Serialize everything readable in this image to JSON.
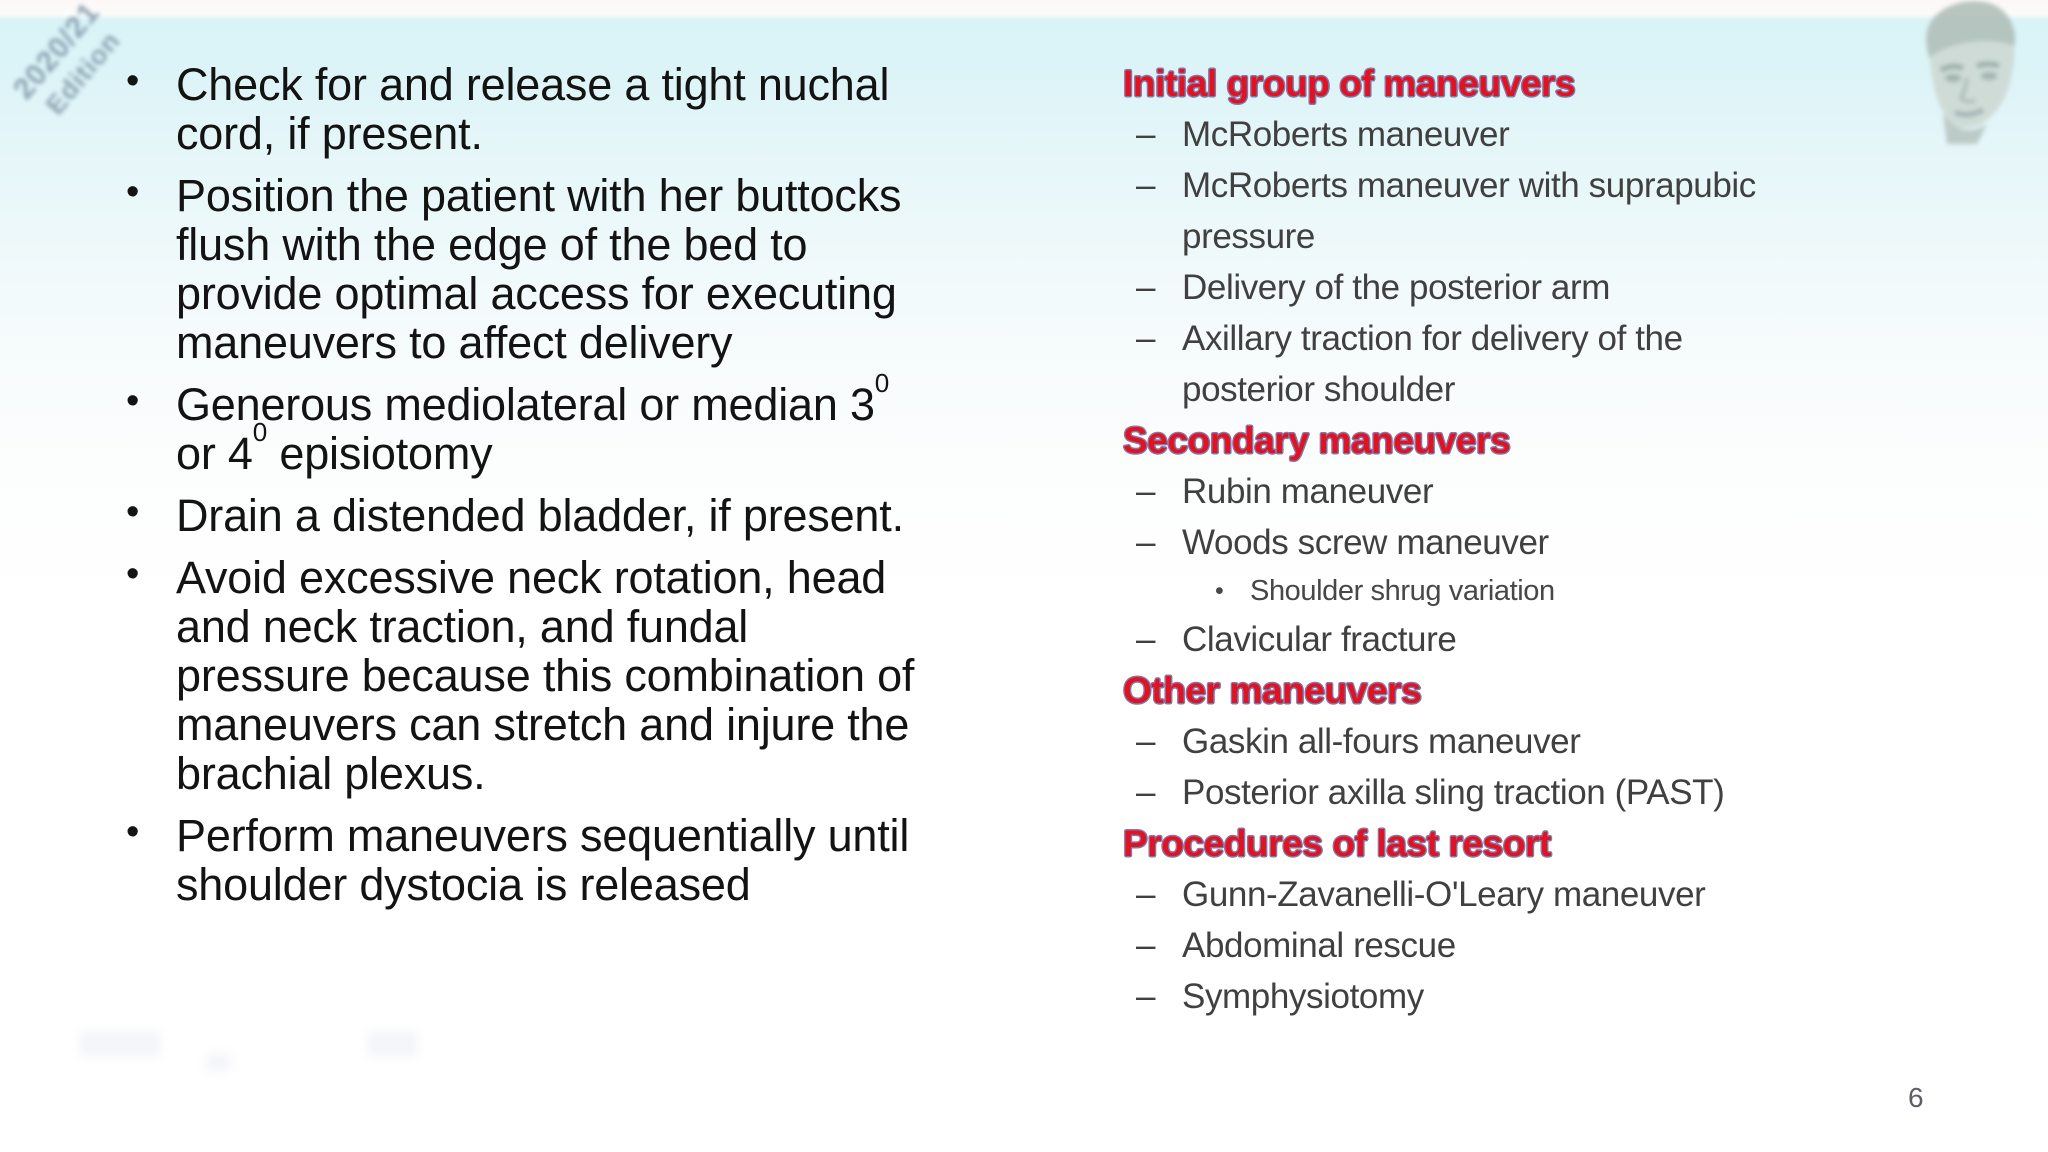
{
  "watermark": {
    "line1": "2020/21",
    "line2": "Edition"
  },
  "page": {
    "number": "6"
  },
  "glyphs": {
    "bullet": "•",
    "dash": "–",
    "sub_bullet": "•"
  },
  "colors": {
    "header_red": "#e11322",
    "header_outline": "#8279ab",
    "body_text": "#131313",
    "right_text": "#404040",
    "background_top": "#d9f3f7"
  },
  "left_column": {
    "bullets": [
      {
        "lines": [
          [
            "Check for and release a tight nuchal"
          ],
          [
            "cord, if present."
          ]
        ]
      },
      {
        "lines": [
          [
            "Position the patient with her buttocks"
          ],
          [
            "flush with the edge of the bed to"
          ],
          [
            "provide optimal access for executing"
          ],
          [
            "maneuvers to affect delivery"
          ]
        ]
      },
      {
        "lines": [
          [
            "Generous mediolateral or median 3",
            {
              "sup": "0"
            }
          ],
          [
            "or 4",
            {
              "sup": "0"
            },
            " episiotomy"
          ]
        ]
      },
      {
        "lines": [
          [
            "Drain a distended bladder, if present."
          ]
        ]
      },
      {
        "lines": [
          [
            "Avoid excessive neck rotation, head"
          ],
          [
            "and neck traction, and fundal"
          ],
          [
            "pressure because this combination of"
          ],
          [
            "maneuvers can stretch and injure the"
          ],
          [
            "brachial plexus."
          ]
        ]
      },
      {
        "lines": [
          [
            "Perform maneuvers sequentially until"
          ],
          [
            "shoulder dystocia is released"
          ]
        ]
      }
    ]
  },
  "right_column": {
    "sections": [
      {
        "title": "Initial group of maneuvers",
        "items": [
          {
            "level": 1,
            "lines": [
              "McRoberts maneuver"
            ]
          },
          {
            "level": 1,
            "lines": [
              "McRoberts maneuver with suprapubic",
              "pressure"
            ]
          },
          {
            "level": 1,
            "lines": [
              "Delivery of the posterior arm"
            ]
          },
          {
            "level": 1,
            "lines": [
              "Axillary traction for delivery of the",
              "posterior shoulder"
            ]
          }
        ]
      },
      {
        "title": "Secondary maneuvers",
        "items": [
          {
            "level": 1,
            "lines": [
              "Rubin maneuver"
            ]
          },
          {
            "level": 1,
            "lines": [
              "Woods screw maneuver"
            ]
          },
          {
            "level": 2,
            "lines": [
              "Shoulder shrug variation"
            ]
          },
          {
            "level": 1,
            "lines": [
              "Clavicular fracture"
            ]
          }
        ]
      },
      {
        "title": "Other maneuvers",
        "items": [
          {
            "level": 1,
            "lines": [
              "Gaskin all-fours maneuver"
            ]
          },
          {
            "level": 1,
            "lines": [
              "Posterior axilla sling traction (PAST)"
            ]
          }
        ]
      },
      {
        "title": "Procedures of last resort",
        "items": [
          {
            "level": 1,
            "lines": [
              "Gunn-Zavanelli-O'Leary maneuver"
            ]
          },
          {
            "level": 1,
            "lines": [
              "Abdominal rescue"
            ]
          },
          {
            "level": 1,
            "lines": [
              "Symphysiotomy"
            ]
          }
        ]
      }
    ]
  }
}
